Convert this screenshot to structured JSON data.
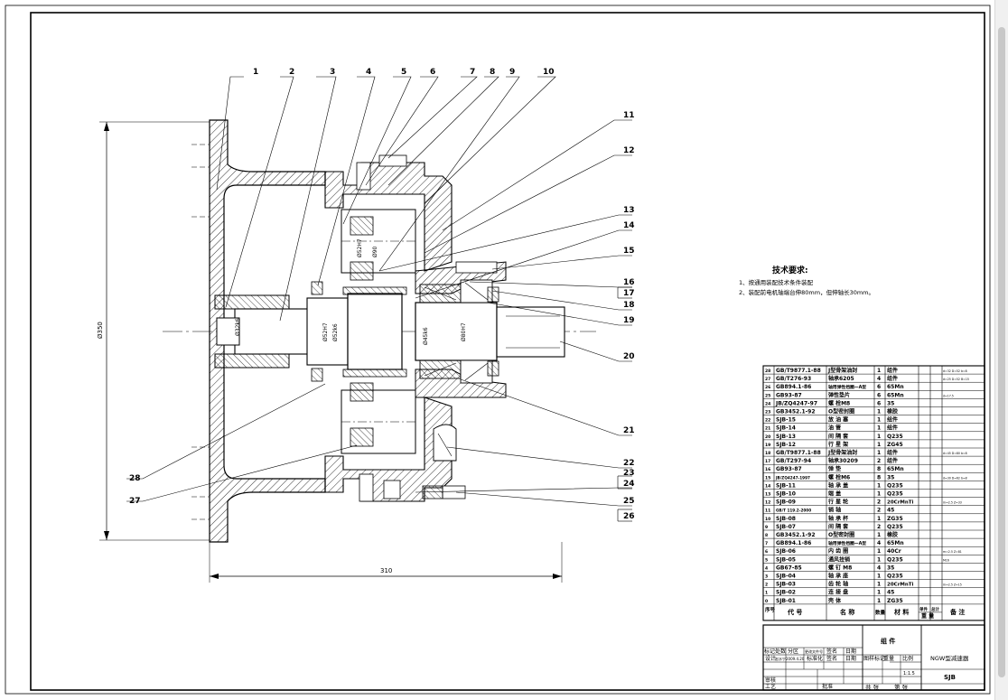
{
  "drawing": {
    "callouts": [
      "1",
      "2",
      "3",
      "4",
      "5",
      "6",
      "7",
      "8",
      "9",
      "10",
      "11",
      "12",
      "13",
      "14",
      "15",
      "16",
      "17",
      "18",
      "19",
      "20",
      "21",
      "22",
      "23",
      "24",
      "25",
      "26",
      "27",
      "28"
    ],
    "dimensions": {
      "height": "Ø350",
      "width": "310"
    },
    "fit_labels": [
      "Ø32k6",
      "Ø52H7",
      "Ø52k6",
      "Ø52H7",
      "Ø45k6",
      "Ø80H7",
      "Ø90"
    ],
    "tech_title": "技术要求:",
    "tech_items": [
      "1、按通用装配技术条件装配",
      "2、装配前电机轴端台伸80mm，但伸轴长30mm。"
    ]
  },
  "bom": {
    "rows": [
      {
        "no": "28",
        "code": "GB/T9877.1-88",
        "name": "J型骨架油封",
        "qty": "1",
        "mat": "组件",
        "note": "d=32 D=52 b=8"
      },
      {
        "no": "27",
        "code": "GB/T276-93",
        "name": "轴承6205",
        "qty": "4",
        "mat": "组件",
        "note": "d=25 D=52 B=15"
      },
      {
        "no": "26",
        "code": "GB894.1-86",
        "name": "轴用弹性挡圈—A型",
        "qty": "6",
        "mat": "65Mn",
        "note": ""
      },
      {
        "no": "25",
        "code": "GB93-87",
        "name": "弹性垫片",
        "qty": "6",
        "mat": "65Mn",
        "note": "d=17.5"
      },
      {
        "no": "24",
        "code": "JB/ZQ4247-97",
        "name": "螺 栓M8",
        "qty": "6",
        "mat": "35",
        "note": ""
      },
      {
        "no": "23",
        "code": "GB3452.1-92",
        "name": "O型密封圈",
        "qty": "1",
        "mat": "橡胶",
        "note": ""
      },
      {
        "no": "22",
        "code": "SJB-15",
        "name": "放 油 塞",
        "qty": "1",
        "mat": "组件",
        "note": ""
      },
      {
        "no": "21",
        "code": "SJB-14",
        "name": "油 管",
        "qty": "1",
        "mat": "组件",
        "note": ""
      },
      {
        "no": "20",
        "code": "SJB-13",
        "name": "间 隔 套",
        "qty": "1",
        "mat": "Q235",
        "note": ""
      },
      {
        "no": "19",
        "code": "SJB-12",
        "name": "行 星 架",
        "qty": "1",
        "mat": "ZG45",
        "note": ""
      },
      {
        "no": "18",
        "code": "GB/T9877.1-88",
        "name": "J型骨架油封",
        "qty": "1",
        "mat": "组件",
        "note": "d=45 D=80 b=8"
      },
      {
        "no": "17",
        "code": "GB/T297-94",
        "name": "轴承30209",
        "qty": "2",
        "mat": "组件",
        "note": ""
      },
      {
        "no": "16",
        "code": "GB93-87",
        "name": "弹 垫",
        "qty": "8",
        "mat": "65Mn",
        "note": ""
      },
      {
        "no": "15",
        "code": "JB/ZQ4247-1997",
        "name": "螺 栓M6",
        "qty": "8",
        "mat": "35",
        "note": "d=30 D=62 b=8"
      },
      {
        "no": "14",
        "code": "SJB-11",
        "name": "轴 承 盖",
        "qty": "1",
        "mat": "Q235",
        "note": ""
      },
      {
        "no": "13",
        "code": "SJB-10",
        "name": "端 盖",
        "qty": "1",
        "mat": "Q235",
        "note": ""
      },
      {
        "no": "12",
        "code": "SJB-09",
        "name": "行 星 轮",
        "qty": "2",
        "mat": "20CrMnTi",
        "note": "m=2.5 Z=33"
      },
      {
        "no": "11",
        "code": "GB/T 119.2-2000",
        "name": "销 轴",
        "qty": "2",
        "mat": "45",
        "note": ""
      },
      {
        "no": "10",
        "code": "SJB-08",
        "name": "轴 承 杯",
        "qty": "1",
        "mat": "ZG35",
        "note": ""
      },
      {
        "no": "9",
        "code": "SJB-07",
        "name": "间 隔 套",
        "qty": "2",
        "mat": "Q235",
        "note": ""
      },
      {
        "no": "8",
        "code": "GB3452.1-92",
        "name": "O型密封圈",
        "qty": "1",
        "mat": "橡胶",
        "note": ""
      },
      {
        "no": "7",
        "code": "GB894.1-86",
        "name": "轴用弹性挡圈—A型",
        "qty": "4",
        "mat": "65Mn",
        "note": ""
      },
      {
        "no": "6",
        "code": "SJB-06",
        "name": "内 齿 圈",
        "qty": "1",
        "mat": "40Cr",
        "note": "m=2.5 Z=81"
      },
      {
        "no": "5",
        "code": "SJB-05",
        "name": "通风挂销",
        "qty": "1",
        "mat": "Q235",
        "note": "M16"
      },
      {
        "no": "4",
        "code": "GB67-85",
        "name": "螺 钉 M8",
        "qty": "4",
        "mat": "35",
        "note": ""
      },
      {
        "no": "3",
        "code": "SJB-04",
        "name": "轴 承 座",
        "qty": "1",
        "mat": "Q235",
        "note": ""
      },
      {
        "no": "2",
        "code": "SJB-03",
        "name": "齿 轮 轴",
        "qty": "1",
        "mat": "20CrMnTi",
        "note": "m=2.5 Z=15"
      },
      {
        "no": "1",
        "code": "SJB-02",
        "name": "连 接 盘",
        "qty": "1",
        "mat": "45",
        "note": ""
      },
      {
        "no": "0",
        "code": "SJB-01",
        "name": "壳 体",
        "qty": "1",
        "mat": "ZG35",
        "note": ""
      }
    ],
    "header": {
      "no": "序号",
      "code": "代 号",
      "name": "名 称",
      "qty": "数量",
      "mat": "材 料",
      "unit_w": "单件",
      "total_w": "总计",
      "weight": "重 量",
      "note": "备 注"
    }
  },
  "title_block": {
    "assembly": "组 件",
    "product": "NGW型减速器",
    "drawing_no": "SJB",
    "scale": "1:1.5",
    "rev_cells": [
      "标记",
      "处数",
      "分区",
      "更改文件号",
      "签名",
      "日期"
    ],
    "sign_cells": [
      "设计",
      "赵水宁2009.4.20",
      "标准化",
      "签名",
      "日期"
    ],
    "review": "审核",
    "process": "工艺",
    "approve": "批准",
    "stage_label": "图样标记",
    "weight_label": "重量",
    "scale_label": "比例",
    "sheets_total": "共 张",
    "sheet_no": "第 张"
  }
}
